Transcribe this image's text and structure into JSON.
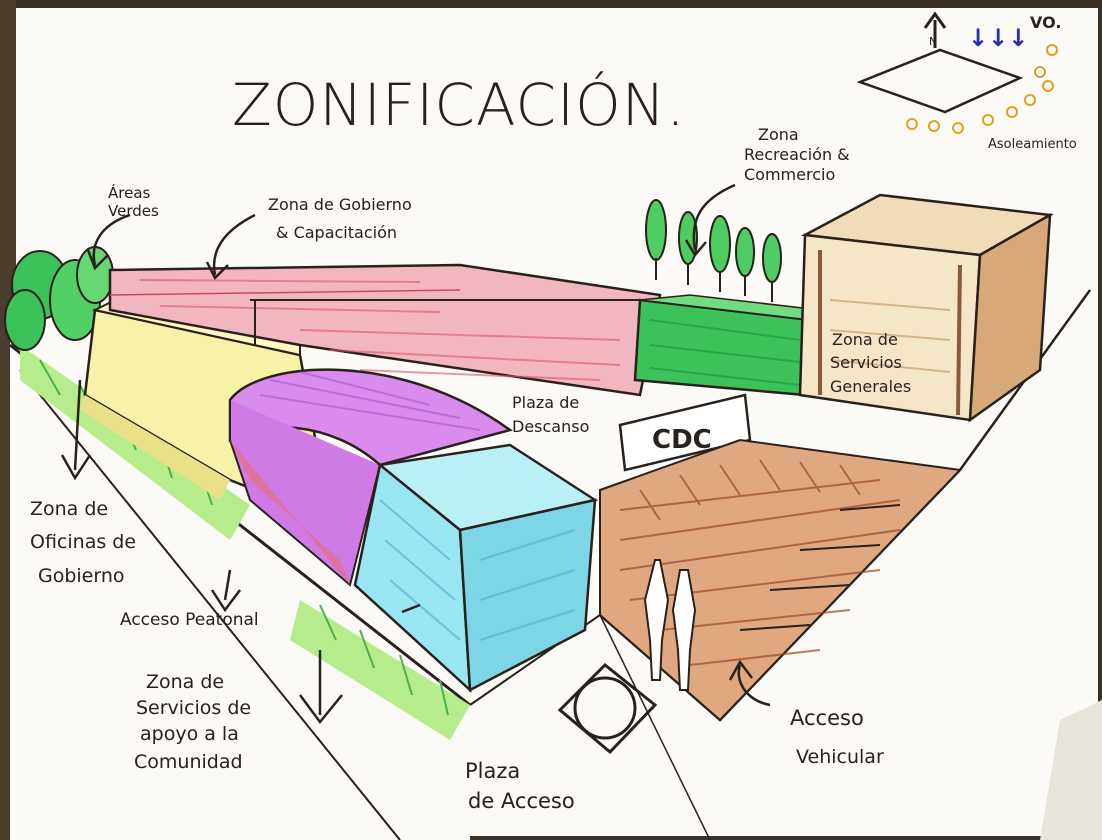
{
  "title": "ZONIFICACIÓN.",
  "compass": {
    "north": "N",
    "vo": "VO.",
    "wind": "↓↓↓",
    "asoleamiento": "Asoleamiento"
  },
  "labels": {
    "areas_verdes": [
      "Áreas",
      "Verdes"
    ],
    "zona_gobierno": [
      "Zona de Gobierno",
      "& Capacitación"
    ],
    "zona_recreacion": [
      "Zona",
      "Recreación &",
      "Commercio"
    ],
    "zona_servicios_generales": [
      "Zona de",
      "Servicios",
      "Generales"
    ],
    "plaza_descanso": [
      "Plaza de",
      "Descanso"
    ],
    "cdc": "CDC",
    "zona_oficinas": [
      "Zona de",
      "Oficinas de",
      "Gobierno"
    ],
    "acceso_peatonal": "Acceso Peatonal",
    "zona_servicios_apoyo": [
      "Zona de",
      "Servicios de",
      "apoyo a la",
      "Comunidad"
    ],
    "plaza_acceso": [
      "Plaza",
      "de Acceso"
    ],
    "acceso_vehicular": [
      "Acceso",
      "Vehicular"
    ]
  },
  "colors": {
    "paper": "#fbfaf6",
    "ink": "#2a201c",
    "pink": "#f2b6c0",
    "yellow": "#f6f2a8",
    "purple": "#d98bee",
    "blue": "#98e6f2",
    "green": "#3cc25a",
    "light_green": "#b6ec8c",
    "brown": "#d79a72",
    "tan": "#f2dcb8"
  }
}
